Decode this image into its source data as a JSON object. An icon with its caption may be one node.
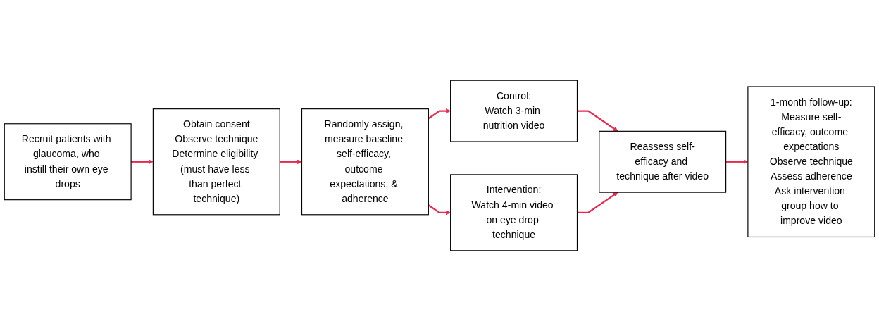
{
  "diagram": {
    "nodes": [
      {
        "text": [
          "Recruit patients with glaucoma, who instill their own eye drops"
        ]
      },
      {
        "text": [
          "Obtain consent",
          "Observe technique",
          "Determine eligibility (must have less than perfect technique)"
        ]
      },
      {
        "text": [
          "Randomly assign, measure baseline self-efficacy, outcome expectations, & adherence"
        ]
      },
      {
        "text": [
          "Control:",
          "Watch 3-min nutrition video"
        ]
      },
      {
        "text": [
          "Intervention:",
          "Watch 4-min video on eye drop technique"
        ]
      },
      {
        "text": [
          "Reassess self-efficacy and technique after video"
        ]
      },
      {
        "text": [
          "1-month follow-up:",
          "Measure self-efficacy, outcome expectations",
          "Observe technique",
          "Assess adherence",
          "Ask intervention group how to improve video"
        ]
      }
    ],
    "edges": [
      {
        "from": 0,
        "to": 1,
        "arrow": "to"
      },
      {
        "from": 1,
        "to": 2,
        "arrow": "to"
      },
      {
        "from": 2,
        "to": 3,
        "arrow": "to"
      },
      {
        "from": 2,
        "to": 4,
        "arrow": "to"
      },
      {
        "from": 3,
        "to": 5,
        "arrow": "to"
      },
      {
        "from": 4,
        "to": 5,
        "arrow": "to"
      },
      {
        "from": 5,
        "to": 6,
        "arrow": "to"
      }
    ]
  }
}
